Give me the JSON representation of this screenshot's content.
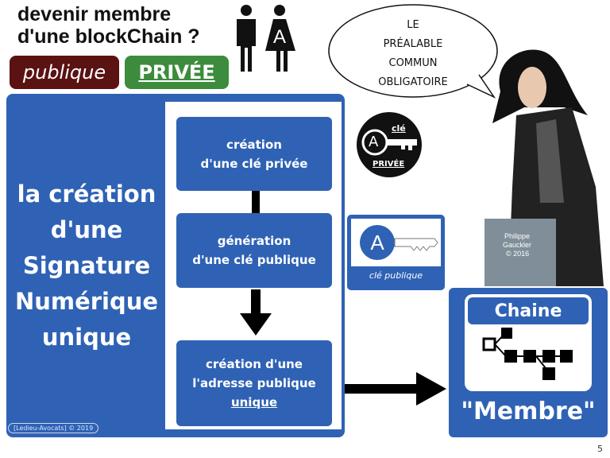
{
  "title": {
    "line1": "devenir membre",
    "line2": "d'une blockChain ?"
  },
  "tags": {
    "publique": "publique",
    "privee": "PRIVÉE"
  },
  "left_panel": {
    "lines": [
      "la création",
      "d'une",
      "Signature",
      "Numérique",
      "unique"
    ],
    "copyright": "[Ledieu-Avocats] © 2019"
  },
  "steps": [
    {
      "line1": "création",
      "line2": "d'une clé privée"
    },
    {
      "line1": "génération",
      "line2": "d'une clé publique"
    },
    {
      "line1": "création d'une",
      "line2": "l'adresse publique",
      "line3": "unique"
    }
  ],
  "speech": {
    "lines": [
      "LE",
      "PRÉALABLE",
      "COMMUN",
      "OBLIGATOIRE"
    ]
  },
  "private_key": {
    "top": "clé",
    "bottom": "PRIVÉE",
    "letter": "A"
  },
  "public_key": {
    "label": "clé publique",
    "letter": "A"
  },
  "illustration_credit": {
    "line1": "Philippe",
    "line2": "Gauckler",
    "line3": "© 2016"
  },
  "chain_panel": {
    "header": "Chaine",
    "footer": "\"Membre\""
  },
  "page_number": "5",
  "colors": {
    "blue": "#2f62b5",
    "publique": "#5a1212",
    "privee": "#3d8c3d"
  }
}
